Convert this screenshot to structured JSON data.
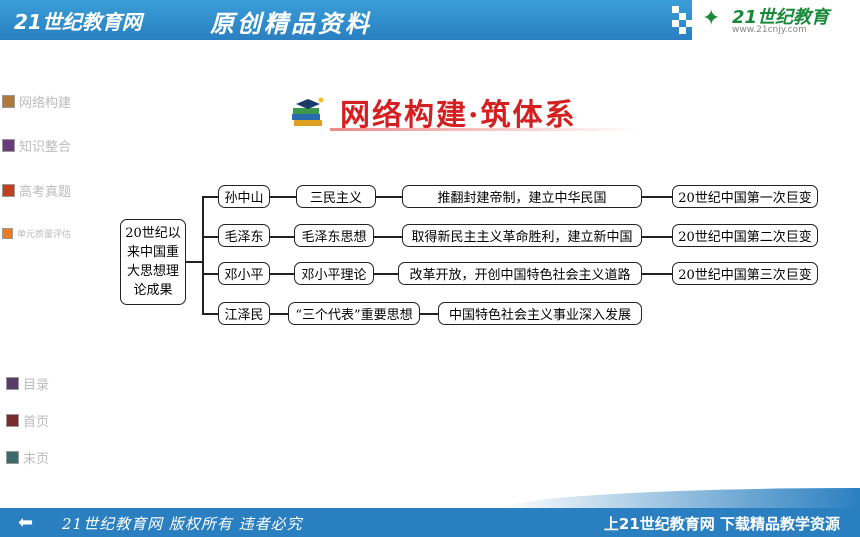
{
  "header": {
    "brand": "21世纪教育网",
    "slogan": "原创精品资料",
    "logo_text": "21世纪教育",
    "logo_url": "www.21cnjy.com"
  },
  "sidebar": [
    {
      "label": "网络构建",
      "color": "#b07a3a"
    },
    {
      "label": "知识整合",
      "color": "#6a3a7a"
    },
    {
      "label": "高考真题",
      "color": "#c04020"
    },
    {
      "label": "单元质量评估",
      "color": "#f07a20"
    }
  ],
  "nav": [
    {
      "label": "目录",
      "color": "#5a3a6a"
    },
    {
      "label": "首页",
      "color": "#7a2a2a"
    },
    {
      "label": "末页",
      "color": "#3a6a6a"
    }
  ],
  "title": "网络构建·筑体系",
  "root": "20世纪以来中国重大思想理论成果",
  "rows": [
    {
      "leader": "孙中山",
      "theory": "三民主义",
      "result": "推翻封建帝制，建立中华民国",
      "change": "20世纪中国第一次巨变"
    },
    {
      "leader": "毛泽东",
      "theory": "毛泽东思想",
      "result": "取得新民主主义革命胜利，建立新中国",
      "change": "20世纪中国第二次巨变"
    },
    {
      "leader": "邓小平",
      "theory": "邓小平理论",
      "result": "改革开放，开创中国特色社会主义道路",
      "change": "20世纪中国第三次巨变"
    },
    {
      "leader": "江泽民",
      "theory": "“三个代表”重要思想",
      "result": "中国特色社会主义事业深入发展",
      "change": ""
    }
  ],
  "footer": {
    "copyright": "21世纪教育网 版权所有 违者必究",
    "right_text": "上21世纪教育网 下载精品教学资源"
  }
}
